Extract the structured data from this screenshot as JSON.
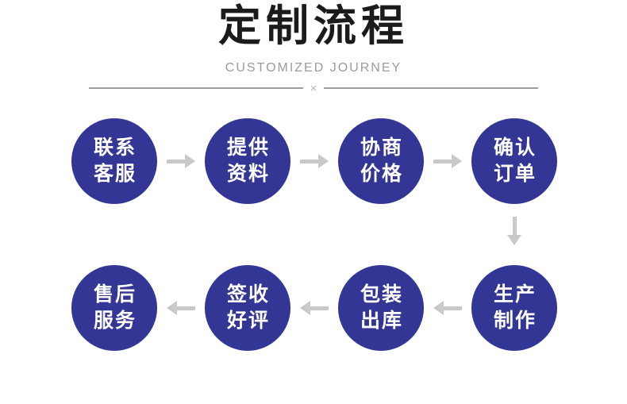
{
  "header": {
    "title": "定制流程",
    "subtitle": "CUSTOMIZED JOURNEY",
    "divider_mark": "×"
  },
  "colors": {
    "circle_fill": "#333694",
    "circle_text": "#ffffff",
    "arrow": "#c9c9c9",
    "title": "#1b1b1b",
    "subtitle": "#9b9b9b",
    "divider": "#9e9e9e",
    "page_bg": "#ffffff"
  },
  "flow": {
    "rows": [
      {
        "direction": "right",
        "steps": [
          {
            "line1": "联系",
            "line2": "客服"
          },
          {
            "line1": "提供",
            "line2": "资料"
          },
          {
            "line1": "协商",
            "line2": "价格"
          },
          {
            "line1": "确认",
            "line2": "订单"
          }
        ]
      },
      {
        "direction": "left",
        "steps": [
          {
            "line1": "售后",
            "line2": "服务"
          },
          {
            "line1": "签收",
            "line2": "好评"
          },
          {
            "line1": "包装",
            "line2": "出库"
          },
          {
            "line1": "生产",
            "line2": "制作"
          }
        ]
      }
    ],
    "connector_between_rows": "down"
  }
}
